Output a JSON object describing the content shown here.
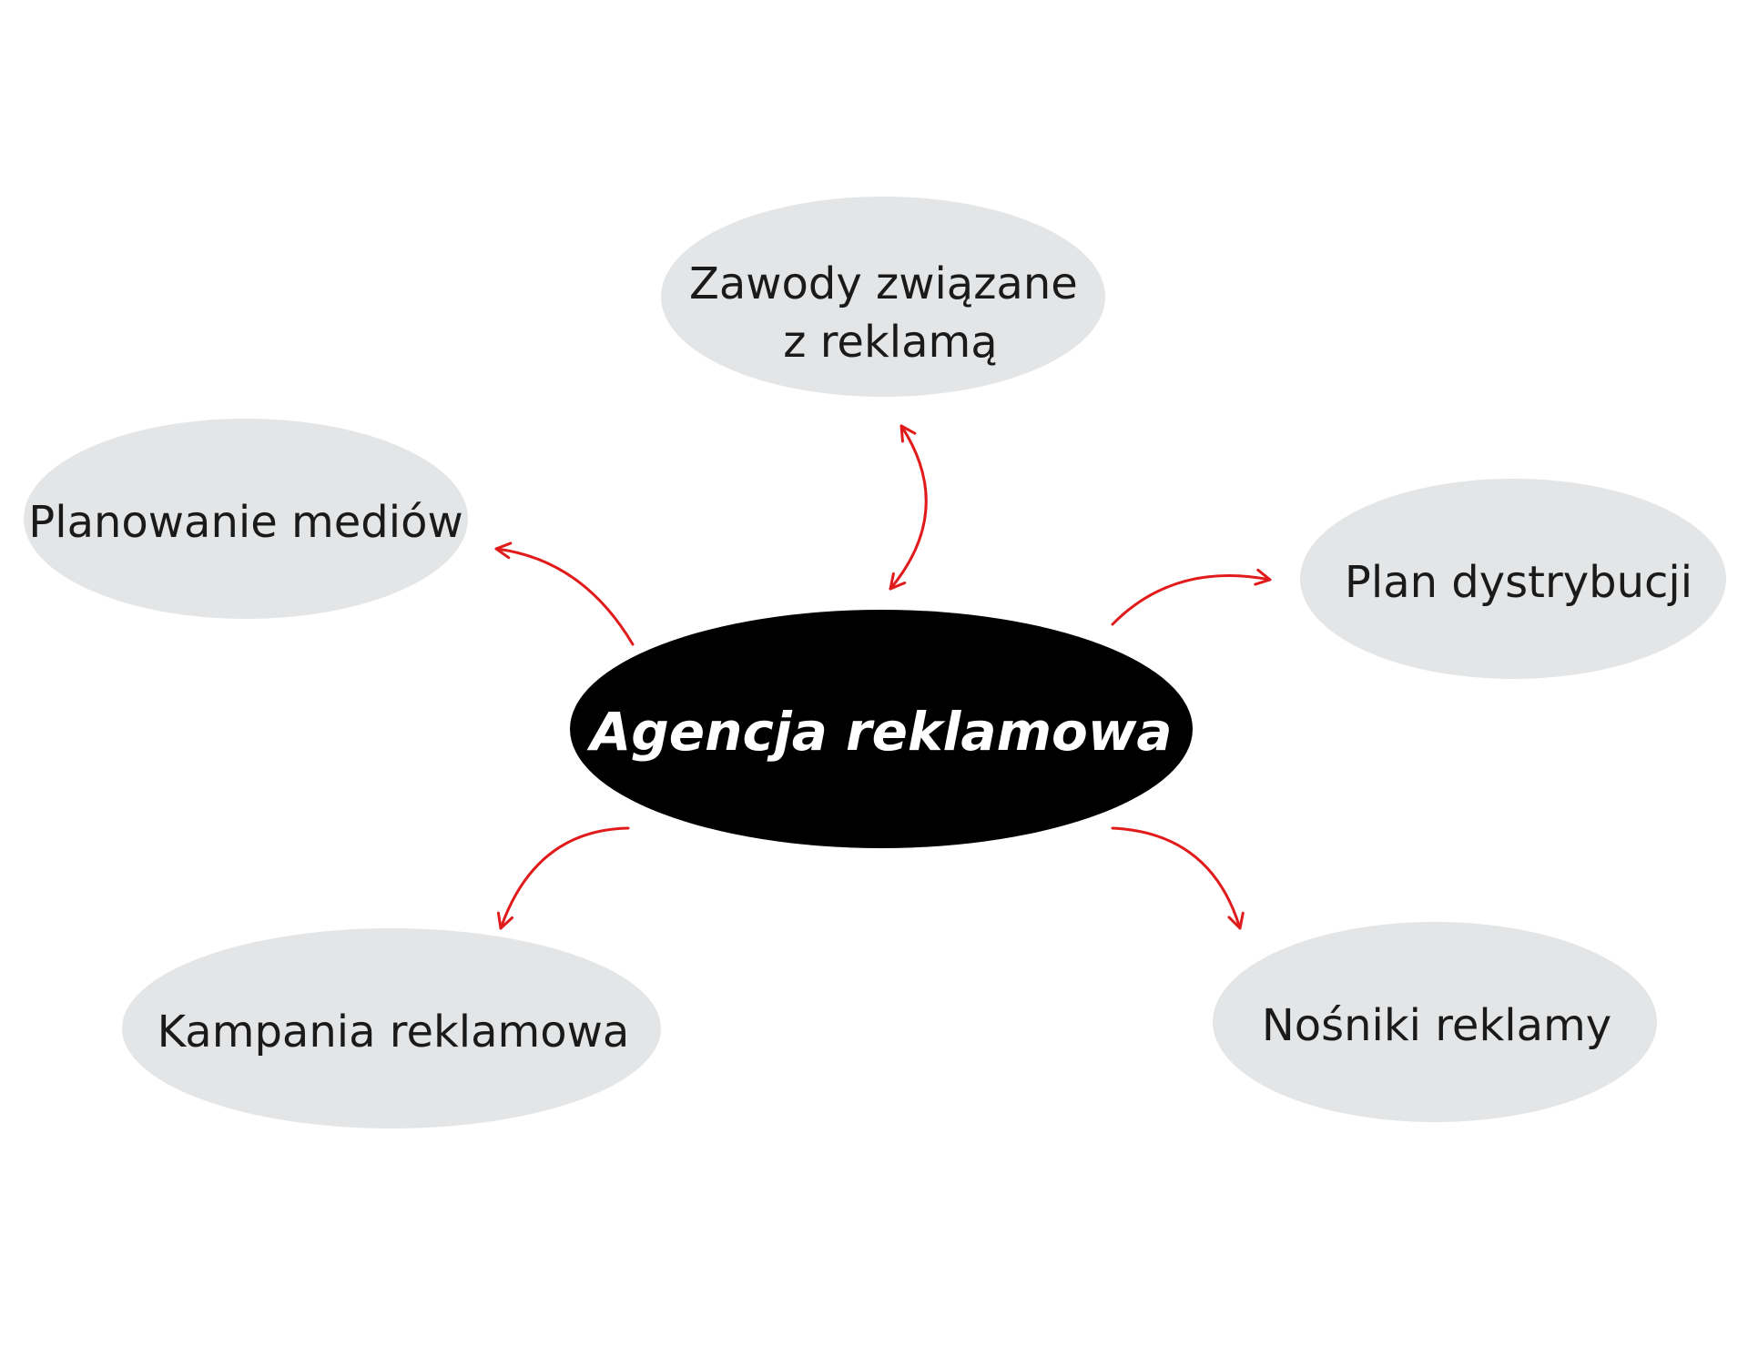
{
  "colors": {
    "background": "#ffffff",
    "bubble_fill": "#e4e5e6",
    "center_fill": "#000000",
    "center_text": "#ffffff",
    "bubble_text": "#1a1a1a",
    "arrow": "#e11b1b"
  },
  "center": {
    "label": "Agencja reklamowa"
  },
  "nodes": [
    {
      "id": "zawody",
      "lines": [
        "Zawody związane",
        "z reklamą"
      ]
    },
    {
      "id": "planowanie",
      "lines": [
        "Planowanie mediów"
      ]
    },
    {
      "id": "plan-dystrybucji",
      "lines": [
        "Plan dystrybucji"
      ]
    },
    {
      "id": "kampania",
      "lines": [
        "Kampania reklamowa"
      ]
    },
    {
      "id": "nosniki",
      "lines": [
        "Nośniki reklamy"
      ]
    }
  ],
  "edges": [
    {
      "to": "zawody",
      "direction": "both"
    },
    {
      "to": "planowanie",
      "direction": "to-node"
    },
    {
      "to": "plan-dystrybucji",
      "direction": "to-node"
    },
    {
      "to": "kampania",
      "direction": "to-node"
    },
    {
      "to": "nosniki",
      "direction": "to-node"
    }
  ]
}
